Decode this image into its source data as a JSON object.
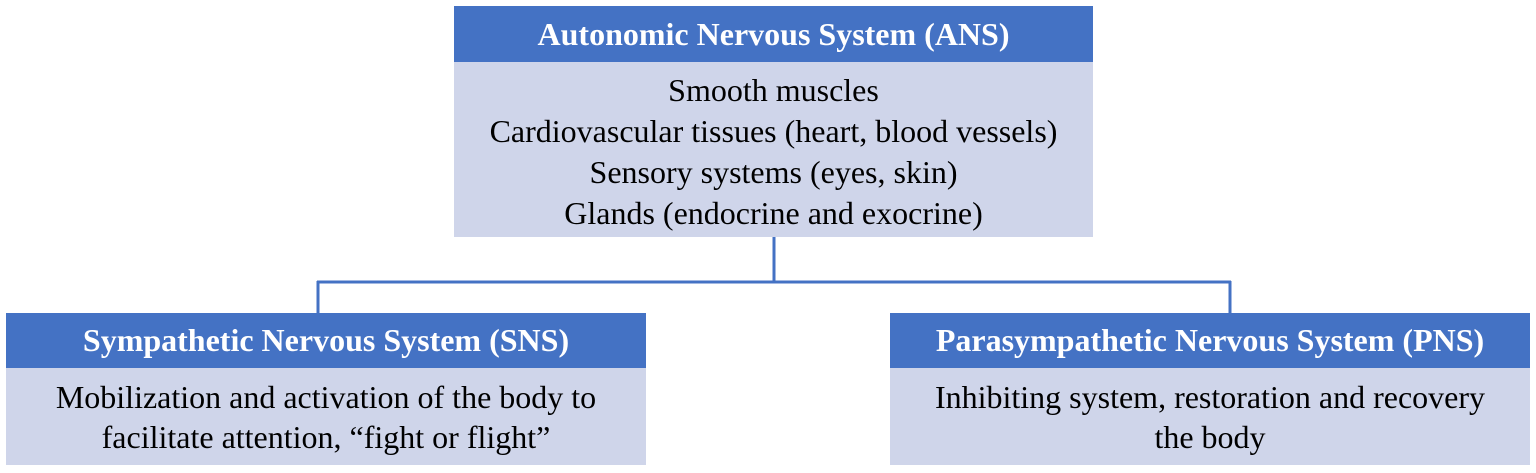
{
  "root": {
    "title": "Autonomic Nervous System (ANS)",
    "items": [
      "Smooth muscles",
      "Cardiovascular tissues (heart, blood vessels)",
      "Sensory systems (eyes, skin)",
      "Glands (endocrine and exocrine)"
    ]
  },
  "left_child": {
    "title": "Sympathetic Nervous System (SNS)",
    "description_lines": [
      "Mobilization and activation of the body to",
      "facilitate attention, “fight or flight”"
    ]
  },
  "right_child": {
    "title": "Parasympathetic Nervous System (PNS)",
    "description_lines": [
      "Inhibiting system, restoration and recovery",
      "the body"
    ]
  },
  "colors": {
    "header": "#4472c4",
    "body": "#cfd5ea",
    "connector": "#4472c4"
  }
}
